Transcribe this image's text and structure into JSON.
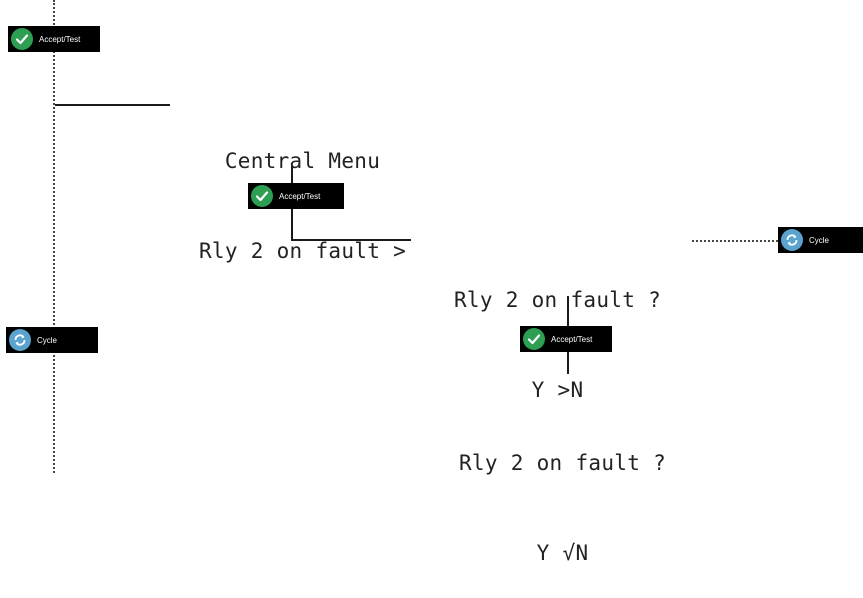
{
  "badges": {
    "accept_label": "Accept/Test",
    "cycle_label": "Cycle",
    "accept_icon": "checkmark-icon",
    "cycle_icon": "cycle-arrows-icon",
    "accept_color": "#2e9e52",
    "cycle_color": "#5aa3cf"
  },
  "screens": {
    "central_menu": {
      "line1": "Central Menu",
      "line2": "Rly 2 on fault >"
    },
    "question": {
      "line1": "Rly 2 on fault ?",
      "line2": "Y >N"
    },
    "confirmed": {
      "line1": "Rly 2 on fault ?",
      "line2": "Y √N"
    }
  }
}
